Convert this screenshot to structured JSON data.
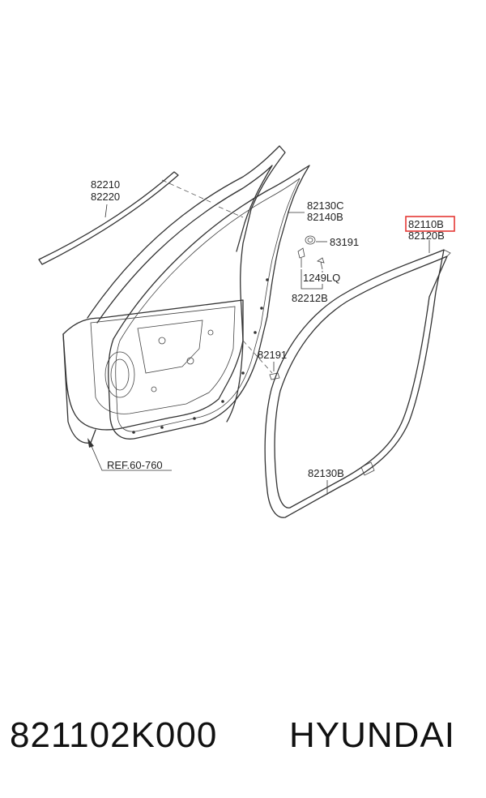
{
  "callouts": {
    "c82210": "82210",
    "c82220": "82220",
    "c82130C": "82130C",
    "c82140B": "82140B",
    "c82110B": "82110B",
    "c82120B": "82120B",
    "c83191": "83191",
    "c1249LQ": "1249LQ",
    "c82212B": "82212B",
    "c82191": "82191",
    "cREF": "REF.60-760",
    "c82130B": "82130B"
  },
  "highlight_color": "#e53935",
  "footer": {
    "part_number": "821102K000",
    "brand": "HYUNDAI"
  }
}
